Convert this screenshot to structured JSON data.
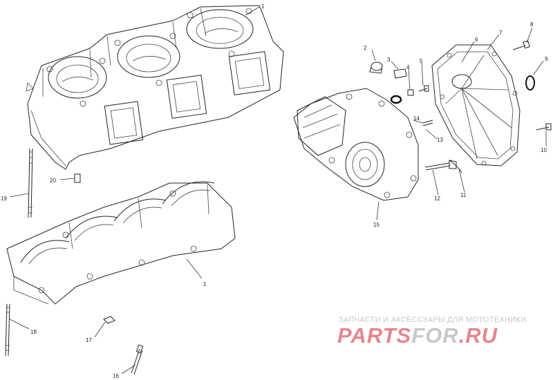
{
  "callouts": [
    {
      "id": "c1a",
      "label": "1"
    },
    {
      "id": "c1b",
      "label": "1"
    },
    {
      "id": "c2",
      "label": "2"
    },
    {
      "id": "c3",
      "label": "3"
    },
    {
      "id": "c4",
      "label": "4"
    },
    {
      "id": "c5",
      "label": "5"
    },
    {
      "id": "c6",
      "label": "6"
    },
    {
      "id": "c7",
      "label": "7"
    },
    {
      "id": "c8",
      "label": "8"
    },
    {
      "id": "c9",
      "label": "9"
    },
    {
      "id": "c10",
      "label": "10"
    },
    {
      "id": "c11",
      "label": "11"
    },
    {
      "id": "c12",
      "label": "12"
    },
    {
      "id": "c13",
      "label": "13"
    },
    {
      "id": "c14",
      "label": "14"
    },
    {
      "id": "c15",
      "label": "15"
    },
    {
      "id": "c16",
      "label": "16"
    },
    {
      "id": "c17",
      "label": "17"
    },
    {
      "id": "c18",
      "label": "18"
    },
    {
      "id": "c19",
      "label": "19"
    },
    {
      "id": "c20",
      "label": "20"
    }
  ],
  "watermark": {
    "tagline": "ЗАПЧАСТИ И АКСЕССУАРЫ ДЛЯ МОТОТЕХНИКИ",
    "logo_part1": "PARTS",
    "logo_part2": "FOR",
    "logo_part3": ".RU",
    "colors": {
      "red": "#e4878f",
      "grey": "#c9c9c9"
    }
  }
}
